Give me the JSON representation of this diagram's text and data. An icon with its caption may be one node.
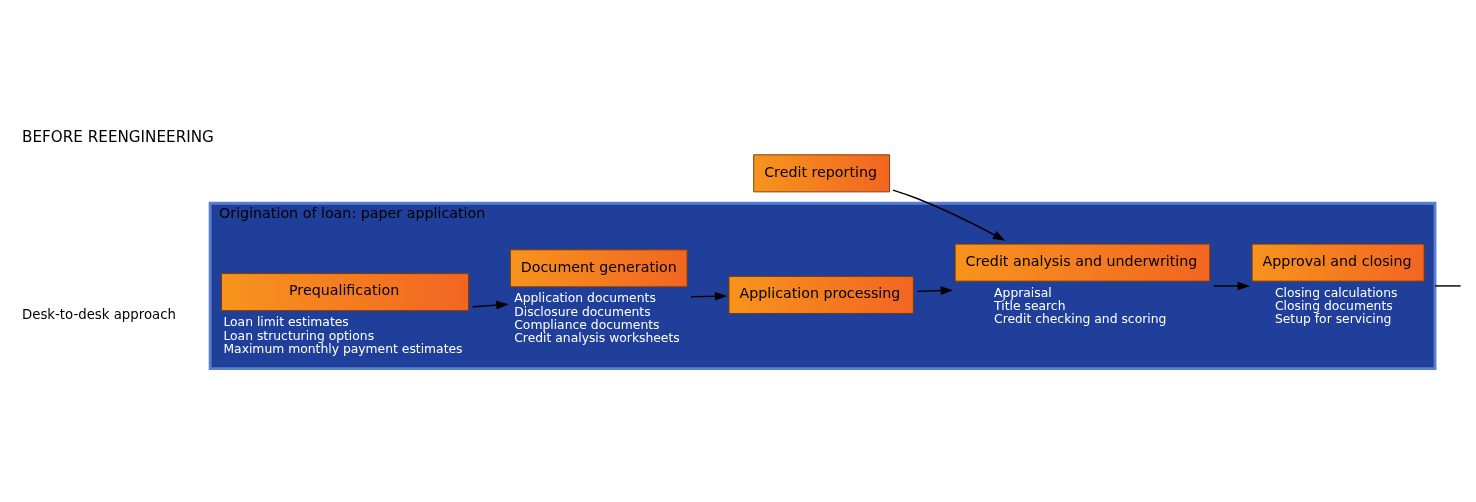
{
  "diagram": {
    "title": "BEFORE REENGINEERING",
    "nodes": [
      {
        "text": [
          "Origination of loan: paper application"
        ]
      },
      {
        "text": [
          "Prequalification"
        ],
        "in": 0,
        "beside": [
          "Loan limit estimates",
          "Loan structuring options",
          "Maximum monthly payment estimates"
        ]
      },
      {
        "text": [
          "Document generation"
        ],
        "in": 0,
        "beside": [
          "Application documents",
          "Disclosure documents",
          "Compliance documents",
          "Credit analysis worksheets"
        ]
      },
      {
        "text": [
          "Application processing"
        ],
        "in": 0
      },
      {
        "text": [
          "Credit analysis and underwriting"
        ],
        "in": 0,
        "beside": [
          "Appraisal",
          "Title search",
          "Credit checking and scoring"
        ]
      },
      {
        "text": [
          "Approval and closing"
        ],
        "in": 0,
        "beside": [
          "Closing calculations",
          "Closing documents",
          "Setup for servicing"
        ]
      },
      {
        "text": [
          "Credit reporting"
        ]
      }
    ],
    "edges": [
      {
        "from": 1,
        "to": 2,
        "arrow": "to"
      },
      {
        "from": 2,
        "to": 3,
        "arrow": "to"
      },
      {
        "from": 3,
        "to": 4,
        "arrow": "to"
      },
      {
        "from": 4,
        "to": 5,
        "arrow": "to"
      },
      {
        "from": 6,
        "to": 4,
        "arrow": "to"
      },
      {
        "from": 0,
        "to": null,
        "arrow": "none"
      }
    ],
    "labels": [
      "Desk-to-desk approach"
    ]
  }
}
